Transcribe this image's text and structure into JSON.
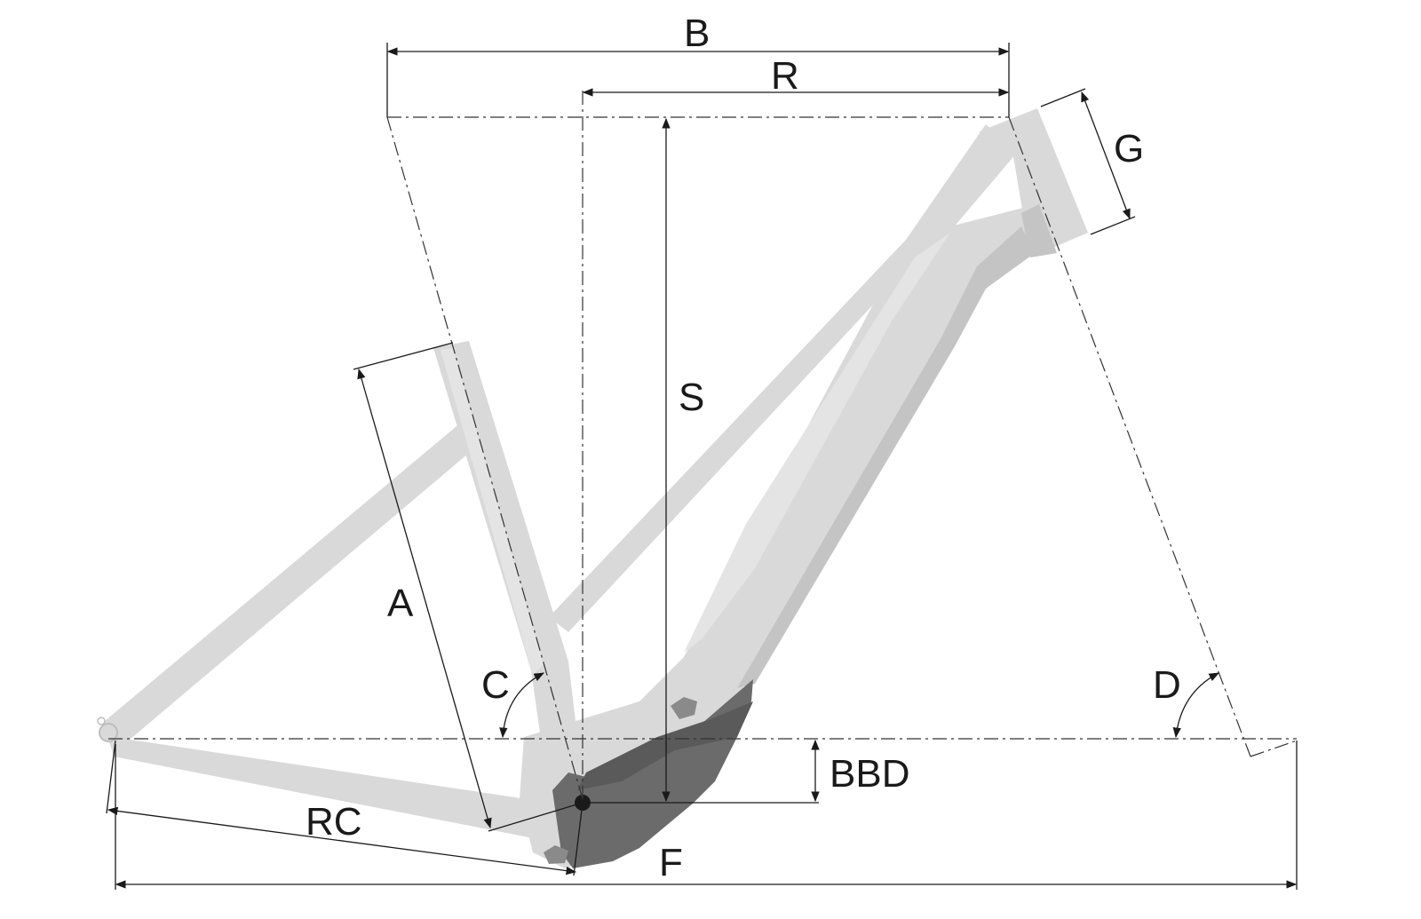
{
  "labels": {
    "B": "B",
    "R": "R",
    "G": "G",
    "S": "S",
    "A": "A",
    "C": "C",
    "D": "D",
    "BBD": "BBD",
    "RC": "RC",
    "F": "F"
  },
  "colors": {
    "frame": "#d9d9d9",
    "frame_shade": "#c4c4c4",
    "motor_cover": "#6b6b6b",
    "lines": "#1a1a1a"
  }
}
